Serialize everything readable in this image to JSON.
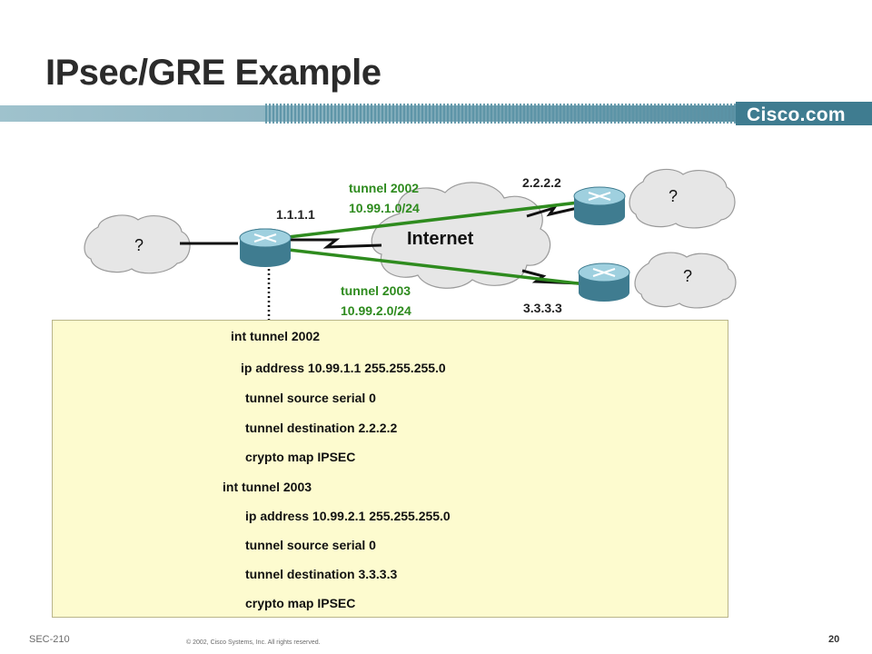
{
  "slide": {
    "title": "IPsec/GRE Example",
    "logo_text": "Cisco.com",
    "colors": {
      "header_bar": "#4f8a9e",
      "tunnel_line": "#2e8b1e",
      "config_background": "#fdfbcf"
    }
  },
  "diagram": {
    "internet_label": "Internet",
    "unknown_networks": [
      "?",
      "?",
      "?"
    ],
    "router_local_ip": "1.1.1.1",
    "router_top_ip": "2.2.2.2",
    "router_bottom_ip": "3.3.3.3",
    "tunnel_a": {
      "name": "tunnel 2002",
      "subnet": "10.99.1.0/24"
    },
    "tunnel_b": {
      "name": "tunnel 2003",
      "subnet": "10.99.2.0/24"
    }
  },
  "config": {
    "lines": [
      "int tunnel 2002",
      "ip address 10.99.1.1 255.255.255.0",
      "tunnel source serial 0",
      "tunnel destination 2.2.2.2",
      "crypto map IPSEC",
      "int tunnel 2003",
      "ip address 10.99.2.1 255.255.255.0",
      "tunnel source serial 0",
      "tunnel destination 3.3.3.3",
      "crypto map IPSEC"
    ]
  },
  "footer": {
    "course_code": "SEC-210",
    "copyright": "© 2002, Cisco Systems, Inc. All rights reserved.",
    "page_number": "20"
  }
}
